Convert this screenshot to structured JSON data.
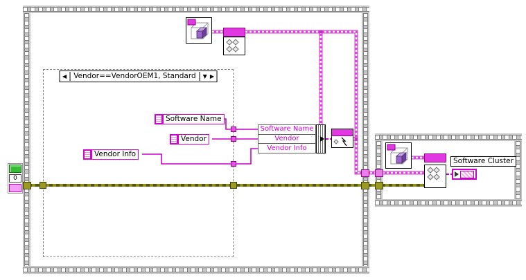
{
  "case_structure": {
    "selector_label": "Vendor==VendorOEM1, Standard",
    "prev_icon": "◀",
    "dropdown_icon": "▼",
    "next_icon": "▶"
  },
  "string_controls": [
    {
      "label": "Software Name"
    },
    {
      "label": "Vendor"
    },
    {
      "label": "Vendor Info"
    }
  ],
  "bundle_node": {
    "rows": [
      "Software Name",
      "Vendor",
      "Vendor Info"
    ]
  },
  "error_cluster_constant": {
    "code_value": "0"
  },
  "indicator": {
    "label": "Software Cluster"
  },
  "colors": {
    "wire_string": "#CC00CC",
    "wire_class": "#DD44DD",
    "wire_error": "#8F8F1E",
    "node_accent": "#E238E2",
    "frame_gray": "#c6c6c6"
  }
}
